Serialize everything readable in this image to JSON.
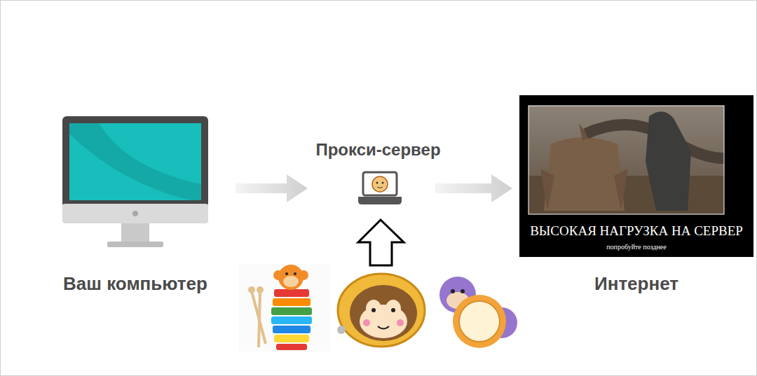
{
  "diagram": {
    "nodes": [
      {
        "text": [
          "Ваш компьютер"
        ]
      },
      {
        "text": [
          "Прокси-сервер"
        ]
      },
      {
        "text": [
          "Интернет"
        ]
      }
    ],
    "edges": [
      {
        "from": 0,
        "to": 1,
        "arrow": "to"
      },
      {
        "from": 1,
        "to": 2,
        "arrow": "to"
      }
    ],
    "labels": [
      "ВЫСОКАЯ НАГРУЗКА НА СЕРВЕР",
      "попробуйте позднее"
    ]
  }
}
